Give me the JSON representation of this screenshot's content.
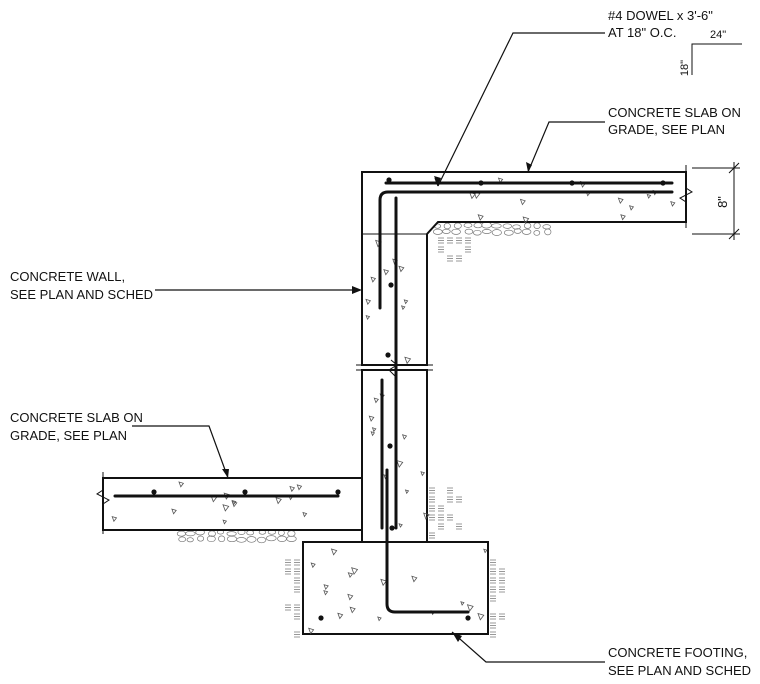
{
  "labels": {
    "dowel_line1": "#4 DOWEL x 3'-6\"",
    "dowel_line2": "AT 18\" O.C.",
    "hook_horizontal": "24\"",
    "hook_vertical": "18\"",
    "slab_upper_line1": "CONCRETE SLAB ON",
    "slab_upper_line2": "GRADE, SEE PLAN",
    "slab_thickness": "8\"",
    "wall_line1": "CONCRETE WALL,",
    "wall_line2": "SEE PLAN AND SCHED",
    "slab_lower_line1": "CONCRETE SLAB ON",
    "slab_lower_line2": "GRADE, SEE PLAN",
    "footing_line1": "CONCRETE FOOTING,",
    "footing_line2": "SEE PLAN AND SCHED"
  }
}
